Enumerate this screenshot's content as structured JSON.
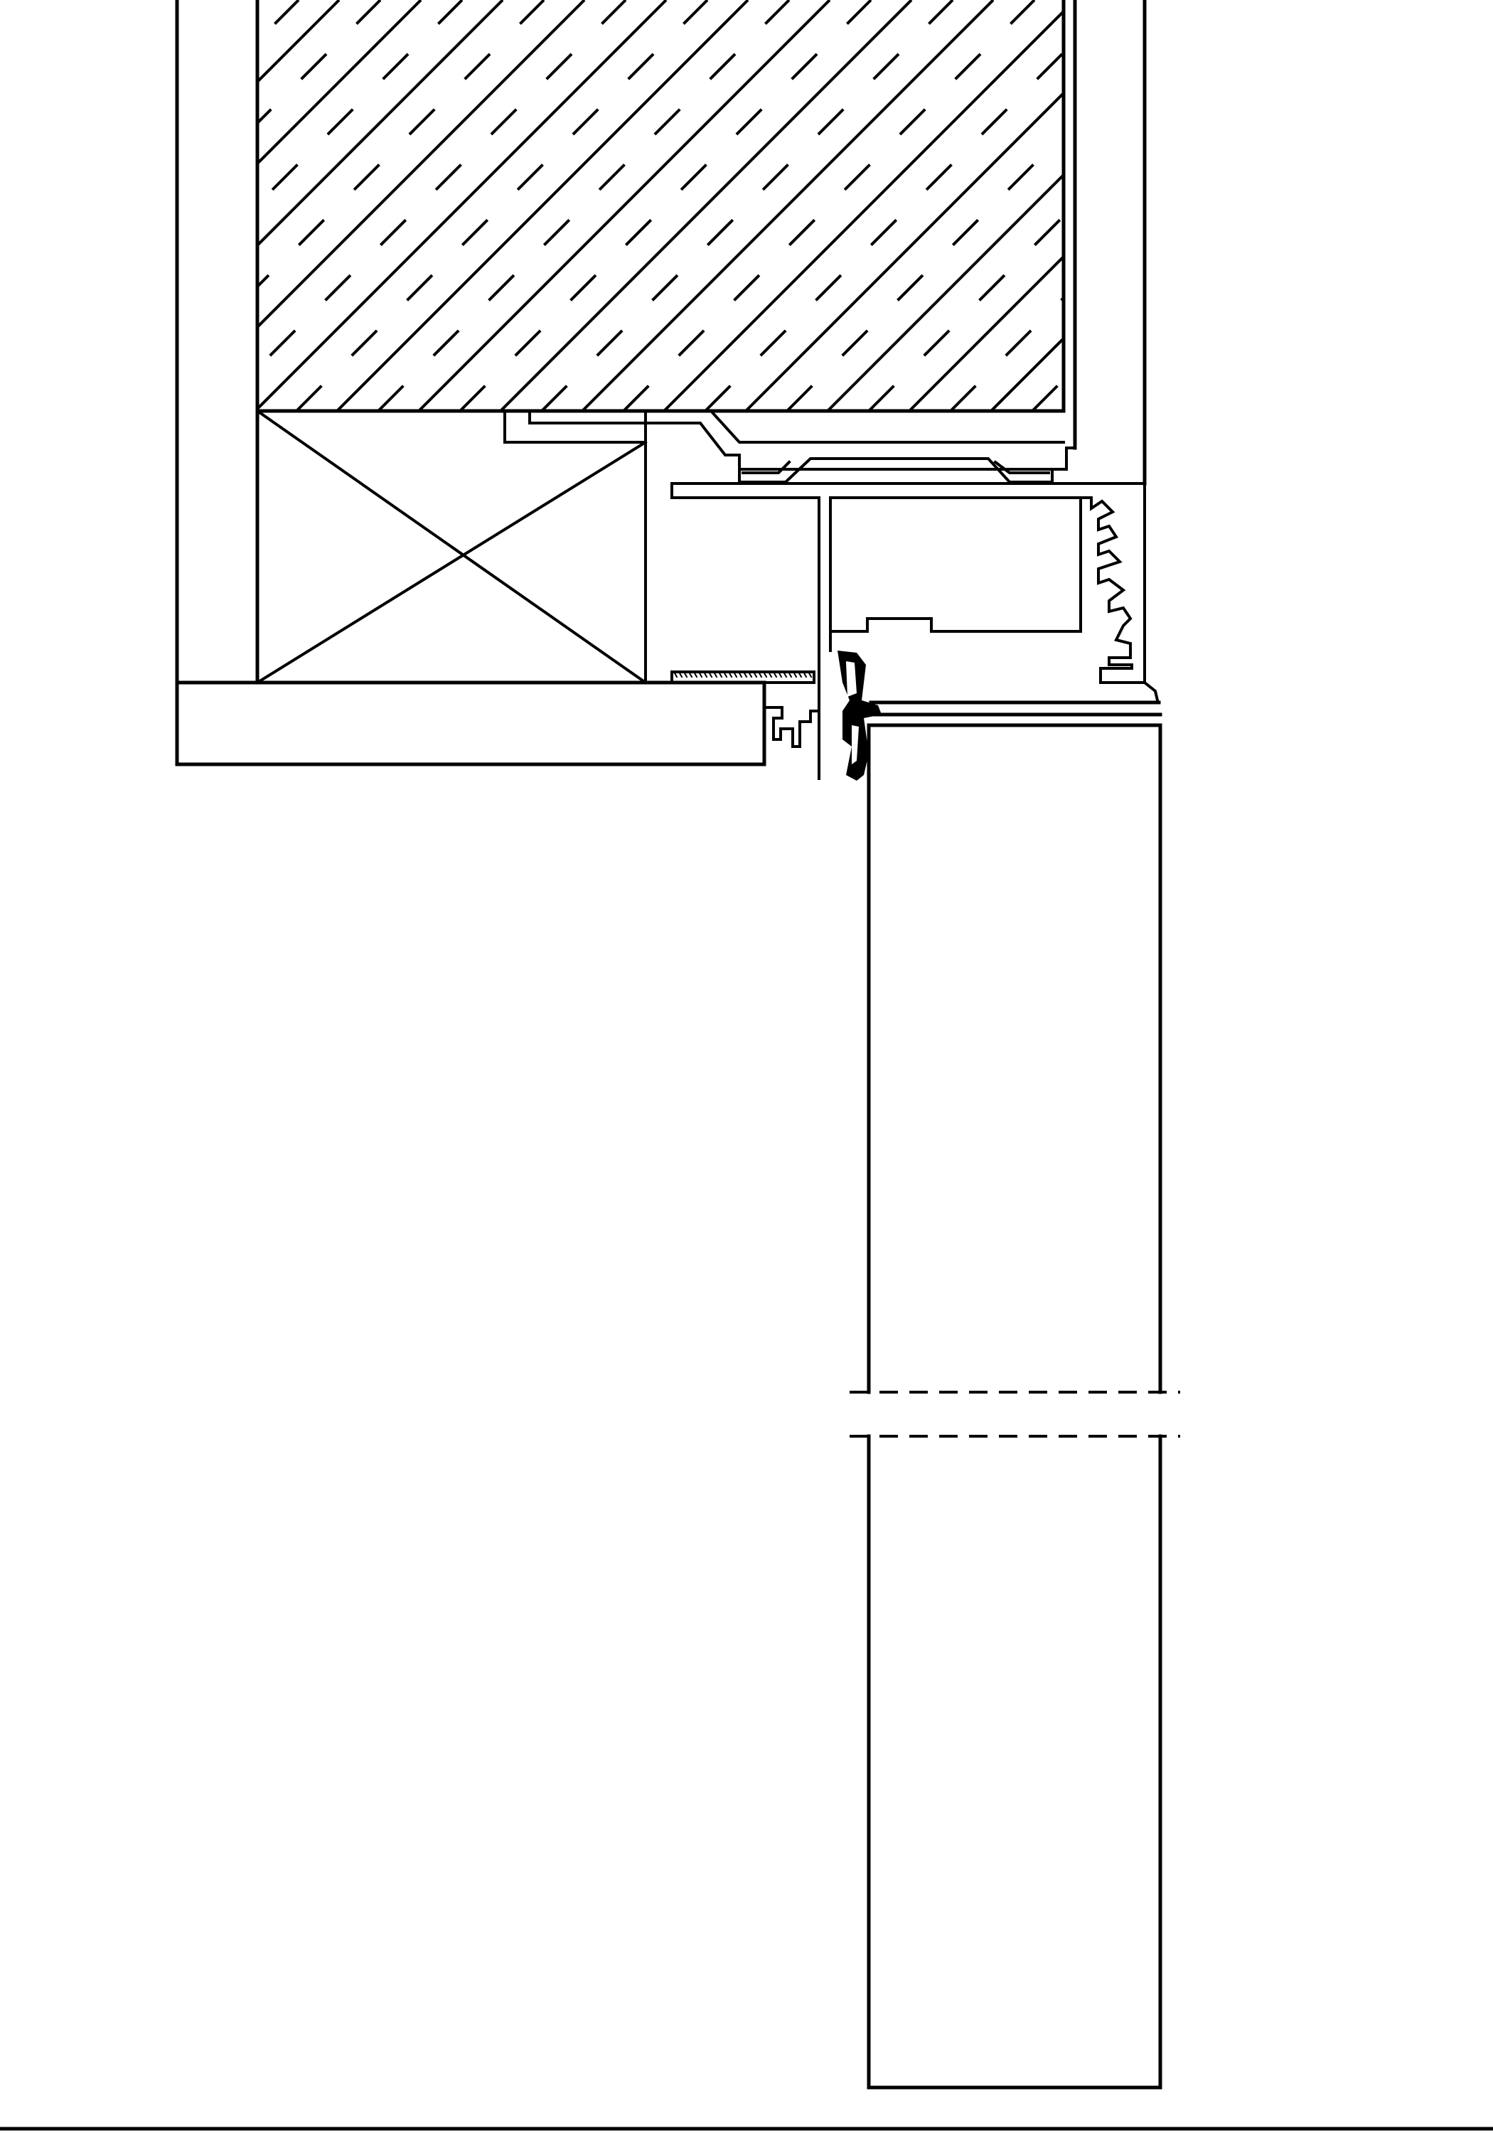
{
  "drawing": {
    "type": "architectural section detail",
    "stroke_color": "#000000",
    "background_color": "#ffffff",
    "parts": [
      "wall-structure",
      "glazing-unit",
      "timber-block",
      "base-board",
      "aluminium-frame-profile",
      "glazing-bead",
      "weather-seal",
      "door-leaf",
      "floor-line"
    ],
    "break_lines": 2
  }
}
